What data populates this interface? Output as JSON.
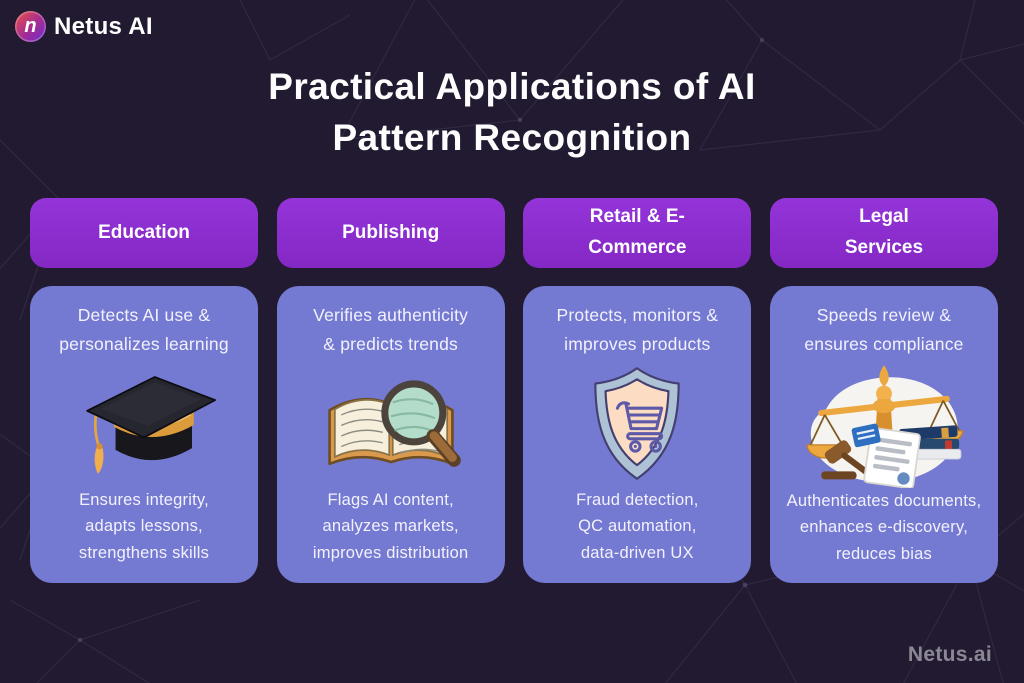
{
  "brand": {
    "name": "Netus AI",
    "mark_letter": "n"
  },
  "title": {
    "lines": [
      "Practical Applications of AI",
      "Pattern Recognition"
    ]
  },
  "watermark": "Netus.ai",
  "columns": [
    {
      "label": "Education",
      "header_lines": [
        "Education"
      ],
      "top_lines": [
        "Detects AI use &",
        "personalizes learning"
      ],
      "icon": "graduation-cap-icon",
      "bottom_lines": [
        "Ensures integrity,",
        "adapts lessons,",
        "strengthens skills"
      ]
    },
    {
      "label": "Publishing",
      "header_lines": [
        "Publishing"
      ],
      "top_lines": [
        "Verifies authenticity",
        "& predicts trends"
      ],
      "icon": "book-magnifier-icon",
      "bottom_lines": [
        "Flags AI content,",
        "analyzes markets,",
        "improves distribution"
      ]
    },
    {
      "label": "Retail & E-Commerce",
      "header_lines": [
        "Retail & E-",
        "Commerce"
      ],
      "top_lines": [
        "Protects, monitors &",
        "improves products"
      ],
      "icon": "shield-cart-icon",
      "bottom_lines": [
        "Fraud detection,",
        "QC automation,",
        "data-driven UX"
      ]
    },
    {
      "label": "Legal Services",
      "header_lines": [
        "Legal",
        "Services"
      ],
      "top_lines": [
        "Speeds review &",
        "ensures compliance"
      ],
      "icon": "legal-scales-icon",
      "bottom_lines": [
        "Authenticates documents,",
        "enhances e-discovery,",
        "reduces bias"
      ]
    }
  ],
  "colors": {
    "background": "#221a30",
    "header_purple": "#8c32cd",
    "card_lavender": "#747ad2",
    "text_light": "#f3f1fc",
    "watermark_gray": "#8c8795",
    "gold_accent": "#e8a43f"
  }
}
